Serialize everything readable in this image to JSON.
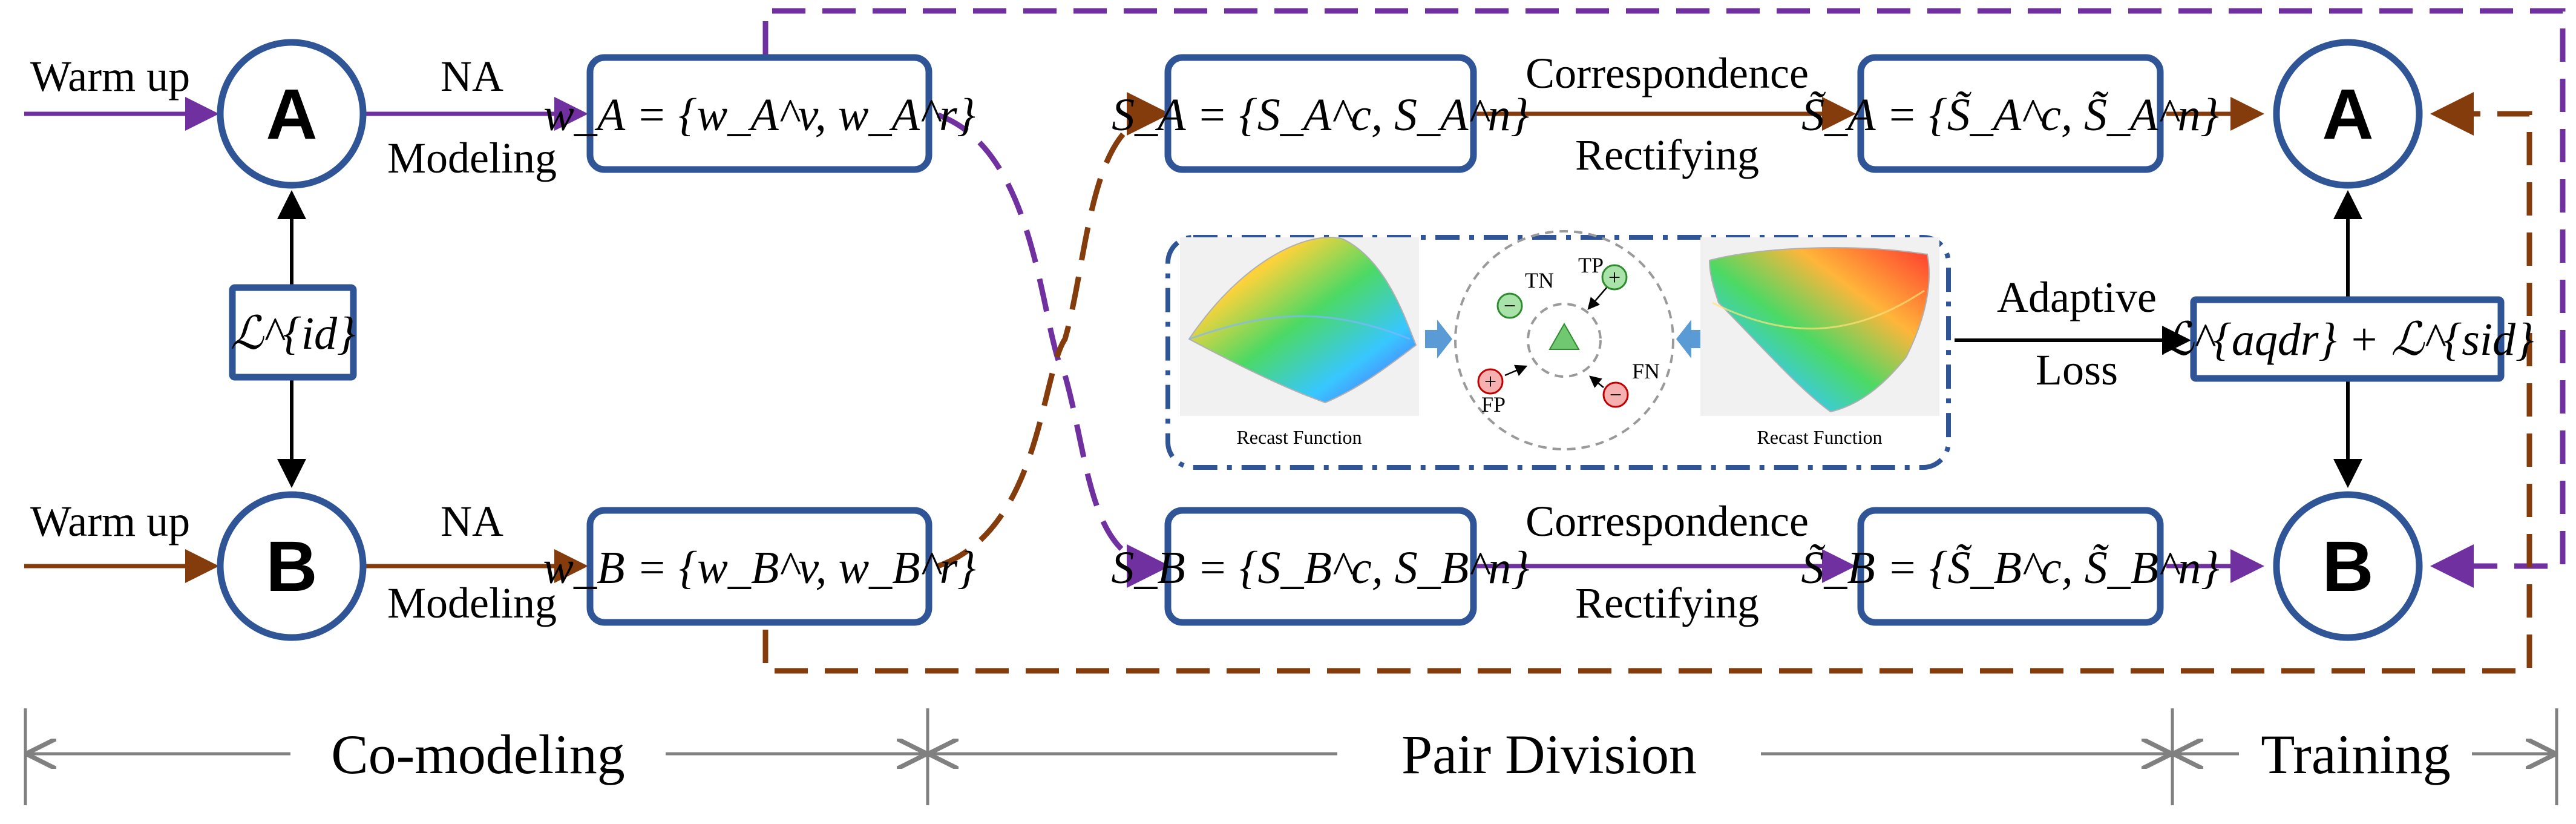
{
  "colors": {
    "box_stroke": "#2f5597",
    "purple": "#7030a0",
    "brown": "#843c0c",
    "black": "#000000",
    "gray": "#808080"
  },
  "nodes": {
    "a_left": "A",
    "b_left": "B",
    "a_right": "A",
    "b_right": "B"
  },
  "labels": {
    "warm_up_top": "Warm up",
    "warm_up_bottom": "Warm up",
    "na_top": "NA",
    "modeling_top": "Modeling",
    "na_bottom": "NA",
    "modeling_bottom": "Modeling",
    "correspondence_top": "Correspondence",
    "rectifying_top": "Rectifying",
    "correspondence_bottom": "Correspondence",
    "rectifying_bottom": "Rectifying",
    "adaptive": "Adaptive",
    "loss": "Loss"
  },
  "formulas": {
    "loss_id": "ℒ^{id}",
    "w_a": "w_A = {w_A^v, w_A^r}",
    "w_b": "w_B = {w_B^v, w_B^r}",
    "s_a": "S_A = {S_A^c, S_A^n}",
    "s_b": "S_B = {S_B^c, S_B^n}",
    "s_a_tilde": "S̃_A = {S̃_A^c, S̃_A^n}",
    "s_b_tilde": "S̃_B = {S̃_B^c, S̃_B^n}",
    "loss_right": "ℒ^{aqdr} + ℒ^{sid}"
  },
  "inset": {
    "recast_left": "Recast Function",
    "recast_right": "Recast Function",
    "tn": "TN",
    "tp": "TP",
    "fp": "FP",
    "fn": "FN",
    "minus": "−",
    "plus": "+"
  },
  "sections": {
    "co_modeling": "Co-modeling",
    "pair_division": "Pair Division",
    "training": "Training"
  }
}
